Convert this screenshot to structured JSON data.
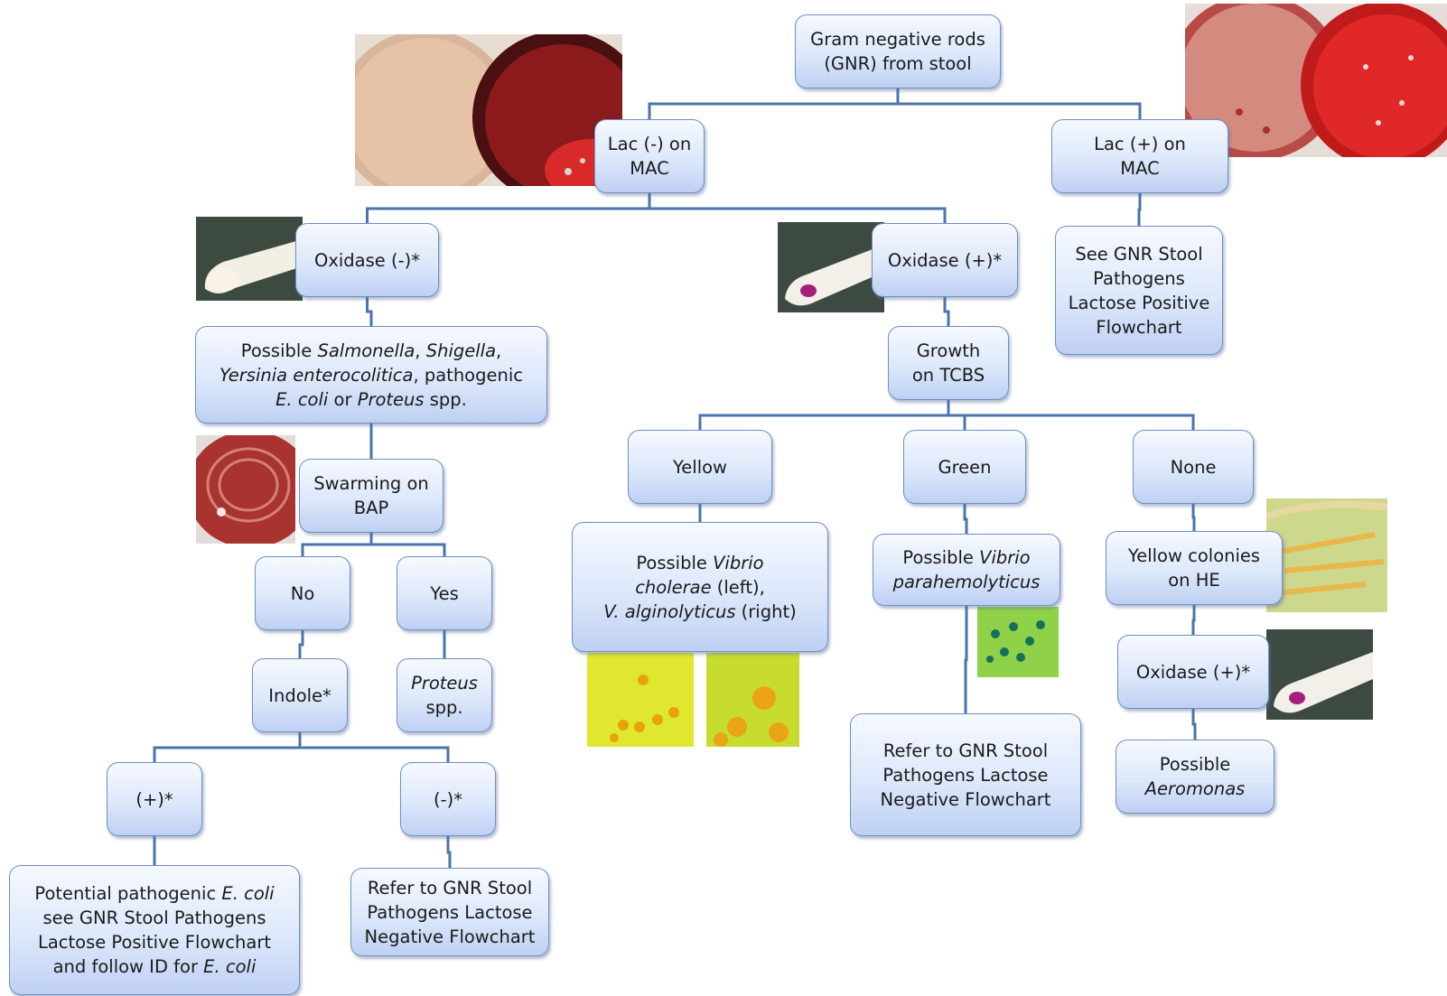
{
  "nodes": {
    "root": [
      "Gram negative  rods",
      "(GNR) from stool"
    ],
    "lac_neg": [
      "Lac (-) on",
      "MAC"
    ],
    "lac_pos": [
      "Lac (+) on",
      "MAC"
    ],
    "lac_pos_ref": [
      "See GNR Stool",
      "Pathogens",
      "Lactose Positive",
      "Flowchart"
    ],
    "oxidase_neg": [
      "Oxidase (-)*"
    ],
    "oxidase_pos": [
      "Oxidase (+)*"
    ],
    "possible_salmonella": [
      [
        {
          "t": "Possible "
        },
        {
          "t": "Salmonella",
          "i": true
        },
        {
          "t": ", "
        },
        {
          "t": "Shigella",
          "i": true
        },
        {
          "t": ","
        }
      ],
      [
        {
          "t": "Yersinia enterocolitica",
          "i": true
        },
        {
          "t": ",  pathogenic"
        }
      ],
      [
        {
          "t": "E. coli",
          "i": true
        },
        {
          "t": " or "
        },
        {
          "t": "Proteus",
          "i": true
        },
        {
          "t": " spp."
        }
      ]
    ],
    "growth_tcbs": [
      "Growth",
      "on TCBS"
    ],
    "swarming_bap": [
      "Swarming on",
      "BAP"
    ],
    "no": [
      "No"
    ],
    "yes": [
      "Yes"
    ],
    "indole": [
      "Indole*"
    ],
    "proteus": [
      [
        {
          "t": "Proteus",
          "i": true
        }
      ],
      [
        {
          "t": "spp."
        }
      ]
    ],
    "indole_pos": [
      "(+)*"
    ],
    "indole_neg": [
      "(-)*"
    ],
    "potential_ecoli": [
      [
        {
          "t": "Potential pathogenic "
        },
        {
          "t": "E. coli",
          "i": true
        }
      ],
      [
        {
          "t": "see GNR Stool Pathogens"
        }
      ],
      [
        {
          "t": "Lactose Positive Flowchart"
        }
      ],
      [
        {
          "t": "and follow ID for "
        },
        {
          "t": "E. coli",
          "i": true
        }
      ]
    ],
    "refer_lac_neg_left": [
      "Refer to GNR Stool",
      "Pathogens Lactose",
      "Negative Flowchart"
    ],
    "yellow": [
      "Yellow"
    ],
    "green": [
      "Green"
    ],
    "none": [
      "None"
    ],
    "possible_vibrio_cholerae": [
      [
        {
          "t": "Possible "
        },
        {
          "t": "Vibrio",
          "i": true
        }
      ],
      [
        {
          "t": "cholerae",
          "i": true
        },
        {
          "t": " (left),"
        }
      ],
      [
        {
          "t": "V. alginolyticus",
          "i": true
        },
        {
          "t": " (right)"
        }
      ]
    ],
    "possible_vibrio_para": [
      [
        {
          "t": "Possible "
        },
        {
          "t": "Vibrio",
          "i": true
        }
      ],
      [
        {
          "t": "parahemolyticus",
          "i": true
        }
      ]
    ],
    "refer_lac_neg_right": [
      "Refer to GNR Stool",
      "Pathogens Lactose",
      "Negative Flowchart"
    ],
    "yellow_he": [
      "Yellow colonies",
      "on HE"
    ],
    "oxidase_pos_2": [
      "Oxidase (+)*"
    ],
    "possible_aeromonas": [
      [
        {
          "t": "Possible"
        }
      ],
      [
        {
          "t": "Aeromonas",
          "i": true
        }
      ]
    ]
  },
  "edges": [
    [
      "root",
      "lac_neg"
    ],
    [
      "root",
      "lac_pos"
    ],
    [
      "lac_neg",
      "oxidase_neg"
    ],
    [
      "lac_neg",
      "oxidase_pos"
    ],
    [
      "lac_pos",
      "lac_pos_ref"
    ],
    [
      "oxidase_neg",
      "possible_salmonella"
    ],
    [
      "possible_salmonella",
      "swarming_bap"
    ],
    [
      "swarming_bap",
      "no"
    ],
    [
      "swarming_bap",
      "yes"
    ],
    [
      "no",
      "indole"
    ],
    [
      "yes",
      "proteus"
    ],
    [
      "indole",
      "indole_pos"
    ],
    [
      "indole",
      "indole_neg"
    ],
    [
      "indole_pos",
      "potential_ecoli"
    ],
    [
      "indole_neg",
      "refer_lac_neg_left"
    ],
    [
      "oxidase_pos",
      "growth_tcbs"
    ],
    [
      "growth_tcbs",
      "yellow"
    ],
    [
      "growth_tcbs",
      "green"
    ],
    [
      "growth_tcbs",
      "none"
    ],
    [
      "yellow",
      "possible_vibrio_cholerae"
    ],
    [
      "green",
      "possible_vibrio_para"
    ],
    [
      "possible_vibrio_para",
      "refer_lac_neg_right"
    ],
    [
      "none",
      "yellow_he"
    ],
    [
      "yellow_he",
      "oxidase_pos_2"
    ],
    [
      "oxidase_pos_2",
      "possible_aeromonas"
    ]
  ],
  "photos": [
    {
      "name": "mac-bap-lactose-negative-plates-photo"
    },
    {
      "name": "mac-bap-lactose-positive-plates-photo"
    },
    {
      "name": "oxidase-negative-swab-photo"
    },
    {
      "name": "oxidase-positive-swab-photo"
    },
    {
      "name": "proteus-swarming-bap-photo"
    },
    {
      "name": "vibrio-cholerae-tcbs-photo"
    },
    {
      "name": "vibrio-alginolyticus-tcbs-photo"
    },
    {
      "name": "vibrio-parahemolyticus-tcbs-photo"
    },
    {
      "name": "aeromonas-he-plate-photo"
    },
    {
      "name": "oxidase-positive-swab-photo-2"
    }
  ],
  "colors": {
    "connector": "#4a74ad",
    "node_border": "#6f8fc4",
    "node_fill_top": "#f6f9ff",
    "node_fill_bottom": "#bed0f3"
  }
}
